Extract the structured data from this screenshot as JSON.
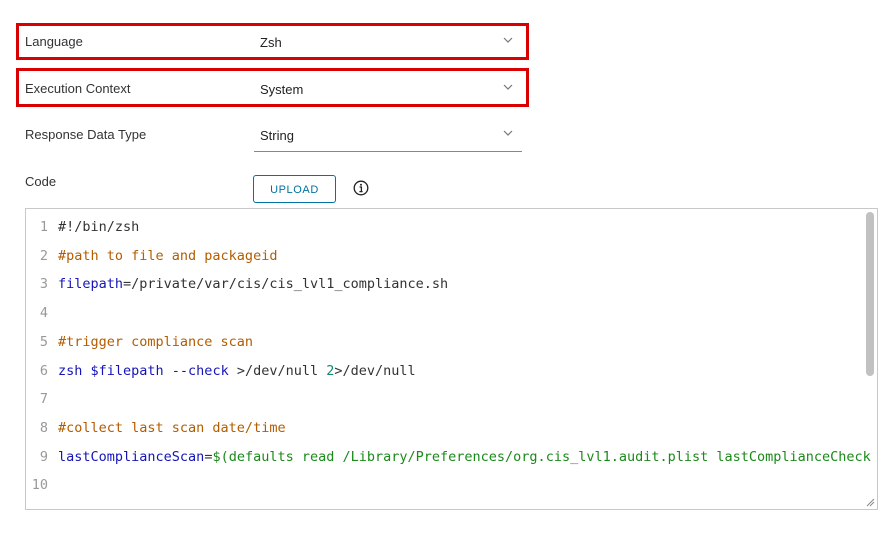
{
  "form": {
    "language": {
      "label": "Language",
      "value": "Zsh"
    },
    "execution_context": {
      "label": "Execution Context",
      "value": "System"
    },
    "response_data_type": {
      "label": "Response Data Type",
      "value": "String"
    },
    "code": {
      "label": "Code",
      "upload_label": "UPLOAD",
      "info_icon": "info-icon"
    }
  },
  "editor": {
    "lines": [
      {
        "num": "1",
        "segments": [
          {
            "text": "#!/bin/zsh",
            "kind": "def"
          }
        ]
      },
      {
        "num": "2",
        "segments": [
          {
            "text": "#path to file and packageid",
            "kind": "com"
          }
        ]
      },
      {
        "num": "3",
        "segments": [
          {
            "text": "filepath",
            "kind": "var"
          },
          {
            "text": "=/private/var/cis/cis_lvl1_compliance.sh",
            "kind": "def"
          }
        ]
      },
      {
        "num": "4",
        "segments": []
      },
      {
        "num": "5",
        "segments": [
          {
            "text": "#trigger compliance scan",
            "kind": "com"
          }
        ]
      },
      {
        "num": "6",
        "segments": [
          {
            "text": "zsh ",
            "kind": "var"
          },
          {
            "text": "$filepath",
            "kind": "var"
          },
          {
            "text": " --check",
            "kind": "var"
          },
          {
            "text": " >/dev/null ",
            "kind": "def"
          },
          {
            "text": "2",
            "kind": "num"
          },
          {
            "text": ">/dev/null",
            "kind": "def"
          }
        ]
      },
      {
        "num": "7",
        "segments": []
      },
      {
        "num": "8",
        "segments": [
          {
            "text": "#collect last scan date/time",
            "kind": "com"
          }
        ]
      },
      {
        "num": "9",
        "segments": [
          {
            "text": "lastComplianceScan",
            "kind": "var"
          },
          {
            "text": "=",
            "kind": "def"
          },
          {
            "text": "$(defaults read /Library/Preferences/org.cis_lvl1.audit.plist lastComplianceCheck",
            "kind": "str"
          }
        ]
      },
      {
        "num": "10",
        "segments": []
      }
    ]
  },
  "colors": {
    "highlight": "#d80000",
    "accent": "#0072a3"
  }
}
